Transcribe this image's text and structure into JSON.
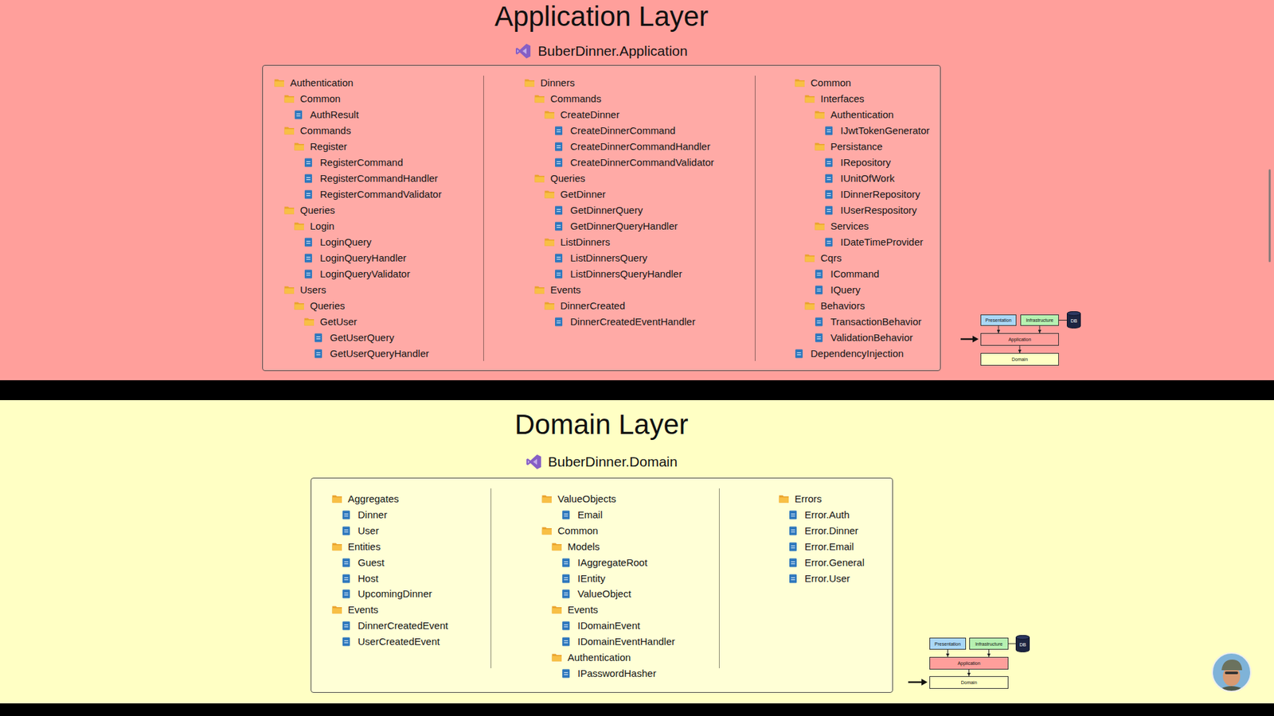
{
  "diagram": {
    "nodes": [
      {
        "text": [
          "Application Layer",
          "BuberDinner.Application"
        ]
      },
      {
        "text": [
          "Authentication",
          "Common",
          "AuthResult",
          "Commands",
          "Register",
          "RegisterCommand",
          "RegisterCommandHandler",
          "RegisterCommandValidator",
          "Queries",
          "Login",
          "LoginQuery",
          "LoginQueryHandler",
          "LoginQueryValidator",
          "Users",
          "Queries",
          "GetUser",
          "GetUserQuery",
          "GetUserQueryHandler",
          "Dinners",
          "Commands",
          "CreateDinner",
          "CreateDinnerCommand",
          "CreateDinnerCommandHandler",
          "CreateDinnerCommandValidator",
          "Queries",
          "GetDinner",
          "GetDinnerQuery",
          "GetDinnerQueryHandler",
          "ListDinners",
          "ListDinnersQuery",
          "ListDinnersQueryHandler",
          "Events",
          "DinnerCreated",
          "DinnerCreatedEventHandler",
          "Common",
          "Interfaces",
          "Authentication",
          "IJwtTokenGenerator",
          "Persistance",
          "IRepository",
          "IUnitOfWork",
          "IDinnerRepository",
          "IUserRespository",
          "Services",
          "IDateTimeProvider",
          "Cqrs",
          "ICommand",
          "IQuery",
          "Behaviors",
          "TransactionBehavior",
          "ValidationBehavior",
          "DependencyInjection"
        ],
        "in": 0
      },
      {
        "text": [
          "Presentation"
        ],
        "in": 0
      },
      {
        "text": [
          "Infrastructure"
        ],
        "in": 0
      },
      {
        "text": [
          "DB"
        ],
        "in": 0
      },
      {
        "text": [
          "Application"
        ],
        "in": 0
      },
      {
        "text": [
          "Domain"
        ],
        "in": 0
      },
      {
        "text": [
          "Domain Layer",
          "BuberDinner.Domain"
        ]
      },
      {
        "text": [
          "Aggregates",
          "Dinner",
          "User",
          "Entities",
          "Guest",
          "Host",
          "UpcomingDinner",
          "Events",
          "DinnerCreatedEvent",
          "UserCreatedEvent",
          "ValueObjects",
          "Email",
          "Common",
          "Models",
          "IAggregateRoot",
          "IEntity",
          "ValueObject",
          "Events",
          "IDomainEvent",
          "IDomainEventHandler",
          "Authentication",
          "IPasswordHasher",
          "Errors",
          "Error.Auth",
          "Error.Dinner",
          "Error.Email",
          "Error.General",
          "Error.User"
        ],
        "in": 7
      },
      {
        "text": [
          "Presentation"
        ],
        "in": 7
      },
      {
        "text": [
          "Infrastructure"
        ],
        "in": 7
      },
      {
        "text": [
          "DB"
        ],
        "in": 7
      },
      {
        "text": [
          "Application"
        ],
        "in": 7
      },
      {
        "text": [
          "Domain"
        ],
        "in": 7
      }
    ],
    "edges": [
      {
        "from": 2,
        "to": 5,
        "arrow": "to"
      },
      {
        "from": 3,
        "to": 5,
        "arrow": "to"
      },
      {
        "from": 3,
        "to": 4,
        "arrow": "none"
      },
      {
        "from": 5,
        "to": 6,
        "arrow": "to"
      },
      {
        "from": 9,
        "to": 12,
        "arrow": "to"
      },
      {
        "from": 10,
        "to": 12,
        "arrow": "to"
      },
      {
        "from": 10,
        "to": 11,
        "arrow": "none"
      },
      {
        "from": 12,
        "to": 13,
        "arrow": "to"
      }
    ]
  }
}
